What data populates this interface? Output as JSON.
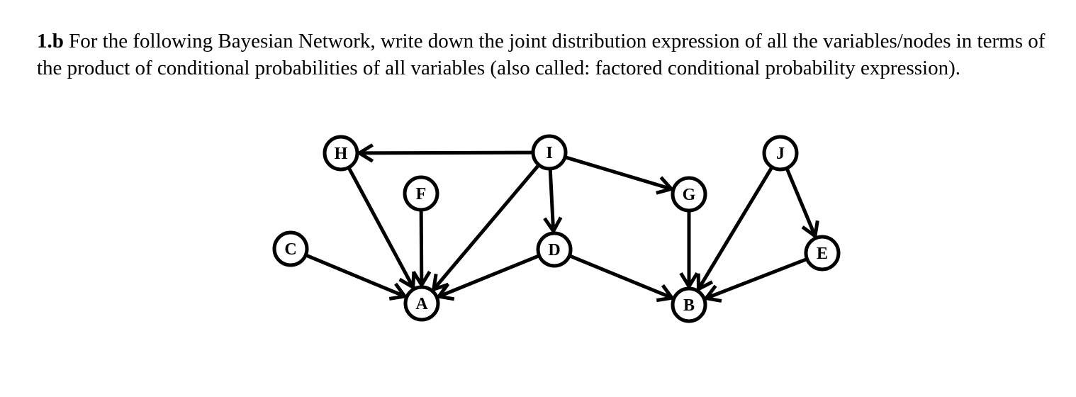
{
  "question": {
    "number": "1.b",
    "text": " For the following Bayesian Network, write down the joint distribution expression of all the variables/nodes in terms of the product of conditional probabilities of all variables (also called: factored conditional probability expression)."
  },
  "network": {
    "nodes": [
      {
        "id": "H",
        "label": "H"
      },
      {
        "id": "I",
        "label": "I"
      },
      {
        "id": "J",
        "label": "J"
      },
      {
        "id": "F",
        "label": "F"
      },
      {
        "id": "G",
        "label": "G"
      },
      {
        "id": "C",
        "label": "C"
      },
      {
        "id": "D",
        "label": "D"
      },
      {
        "id": "E",
        "label": "E"
      },
      {
        "id": "A",
        "label": "A"
      },
      {
        "id": "B",
        "label": "B"
      }
    ],
    "edges": [
      {
        "from": "I",
        "to": "H"
      },
      {
        "from": "I",
        "to": "G"
      },
      {
        "from": "I",
        "to": "D"
      },
      {
        "from": "I",
        "to": "A"
      },
      {
        "from": "H",
        "to": "A"
      },
      {
        "from": "F",
        "to": "A"
      },
      {
        "from": "C",
        "to": "A"
      },
      {
        "from": "D",
        "to": "A"
      },
      {
        "from": "D",
        "to": "B"
      },
      {
        "from": "G",
        "to": "B"
      },
      {
        "from": "J",
        "to": "B"
      },
      {
        "from": "J",
        "to": "E"
      },
      {
        "from": "E",
        "to": "B"
      }
    ]
  }
}
